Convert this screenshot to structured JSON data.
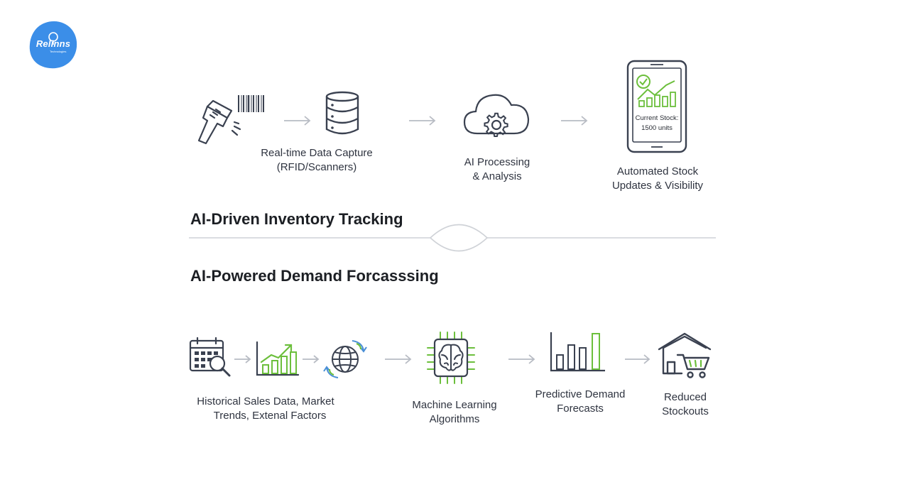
{
  "logo": {
    "name": "Relinns",
    "tagline": "Technologies",
    "color": "#3b8ee8"
  },
  "colors": {
    "accent_green": "#6cbf3c",
    "ink": "#3a4150",
    "arrow": "#b8bcc4"
  },
  "tracking": {
    "title": "AI-Driven Inventory Tracking",
    "steps": [
      {
        "icon": "barcode-scanner-icon",
        "caption": ""
      },
      {
        "icon": "database-icon",
        "caption_line1": "Real-time Data Capture",
        "caption_line2": "(RFID/Scanners)"
      },
      {
        "icon": "cloud-gear-icon",
        "caption_line1": "AI Processing",
        "caption_line2": "& Analysis"
      },
      {
        "icon": "smartphone-chart-icon",
        "caption_line1": "Automated Stock",
        "caption_line2": "Updates & Visibility"
      }
    ],
    "phone_screen": {
      "line1": "Current Stock:",
      "line2": "1500 units"
    }
  },
  "forecasting": {
    "title": "AI-Powered Demand Forcasssing",
    "steps": [
      {
        "icon": "calendar-search-icon",
        "caption_line1": "Historical Sales Data, Market",
        "caption_line2": "Trends, Extenal Factors"
      },
      {
        "icon": "growth-chart-icon"
      },
      {
        "icon": "globe-sync-icon"
      },
      {
        "icon": "brain-chip-icon",
        "caption_line1": "Machine Learning",
        "caption_line2": "Algorithms"
      },
      {
        "icon": "bar-chart-icon",
        "caption_line1": "Predictive Demand",
        "caption_line2": "Forecasts"
      },
      {
        "icon": "warehouse-cart-icon",
        "caption_line1": "Reduced",
        "caption_line2": "Stockouts"
      }
    ]
  }
}
